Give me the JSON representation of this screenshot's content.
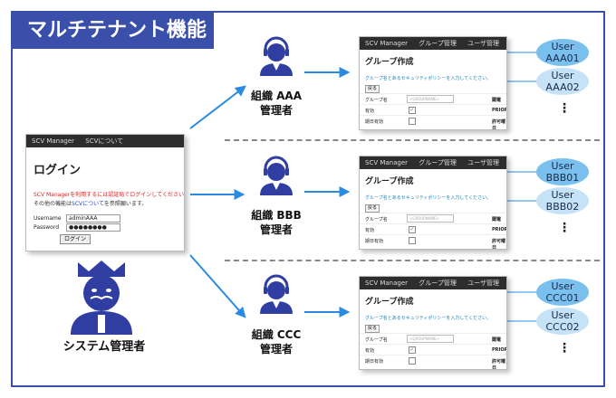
{
  "title": "マルチテナント機能",
  "login_window": {
    "app_name": "SCV Manager",
    "menu_item": "SCVについて",
    "heading": "ログイン",
    "note_red": "SCV Managerを利用するには認証局でログインしてください。",
    "note_prefix": "その他の機能は",
    "note_link": "SCVについて",
    "note_suffix": "を参照願います。",
    "username_label": "Username",
    "username_value": "adminAAA",
    "password_label": "Password",
    "password_value": "●●●●●●●●",
    "login_button": "ログイン"
  },
  "group_window": {
    "app_name": "SCV Manager",
    "menu_items": [
      "グループ管理",
      "ユーザ管理",
      "SCVについて"
    ],
    "title": "グループ作成",
    "desc": "グループ名とあるセキュリティポリシーを入力してください。",
    "back_button": "戻る",
    "group_name_label": "グループ名",
    "group_name_placeholder": "<GROUPNAME>",
    "enabled_label": "有効",
    "expiry_label": "期日有効",
    "col_admin": "閾電",
    "col_priority": "PRIORITY",
    "col_allow_date": "許可曜日",
    "checkmark": "✓"
  },
  "tenants": [
    {
      "org_line1": "組織 AAA",
      "org_line2": "管理者",
      "user1": {
        "l1": "User",
        "l2": "AAA01"
      },
      "user2": {
        "l1": "User",
        "l2": "AAA02"
      }
    },
    {
      "org_line1": "組織 BBB",
      "org_line2": "管理者",
      "user1": {
        "l1": "User",
        "l2": "BBB01"
      },
      "user2": {
        "l1": "User",
        "l2": "BBB02"
      }
    },
    {
      "org_line1": "組織 CCC",
      "org_line2": "管理者",
      "user1": {
        "l1": "User",
        "l2": "CCC01"
      },
      "user2": {
        "l1": "User",
        "l2": "CCC02"
      }
    }
  ],
  "ellipsis": "⋮",
  "system_admin_label": "システム管理者",
  "colors": {
    "accent": "#3a4faa",
    "arrow": "#2a8be0",
    "person": "#2f3ea0",
    "user_dark": "#7ac0ee",
    "user_light": "#c6e2f6"
  }
}
